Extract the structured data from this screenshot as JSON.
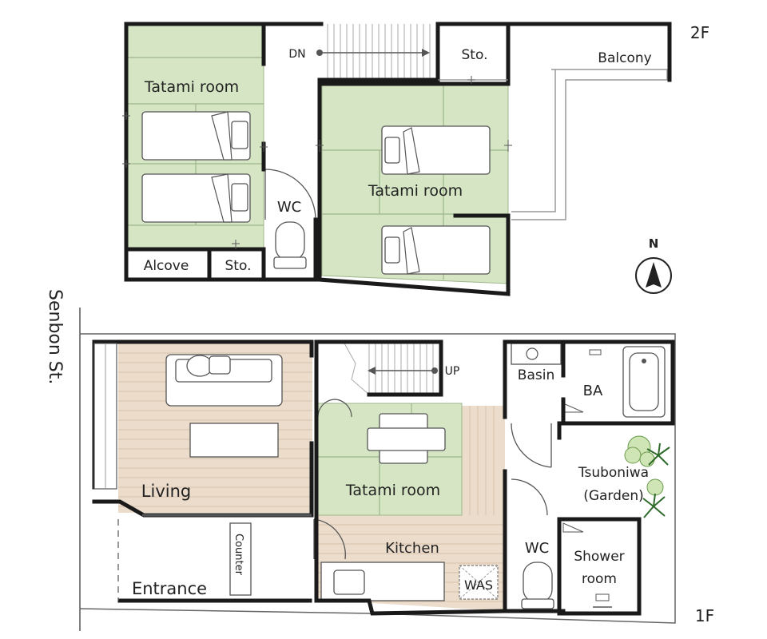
{
  "colors": {
    "wall": "#1a1a1a",
    "tatami": "#d6e6c4",
    "tatami_line": "#9cb68a",
    "wood": "#ecdccb",
    "wood_line": "#d8c2ab",
    "furniture": "#ffffff",
    "fixture": "#555555"
  },
  "floors": {
    "upper": {
      "label": "2F",
      "rooms": {
        "tatami_left": "Tatami room",
        "tatami_right": "Tatami room",
        "wc": "WC",
        "alcove": "Alcove",
        "storage_left": "Sto.",
        "storage_top": "Sto.",
        "balcony": "Balcony",
        "stairs": "DN"
      }
    },
    "lower": {
      "label": "1F",
      "rooms": {
        "living": "Living",
        "entrance": "Entrance",
        "counter": "Counter",
        "tatami": "Tatami room",
        "kitchen": "Kitchen",
        "washer": "WAS",
        "stairs": "UP",
        "basin": "Basin",
        "bath": "BA",
        "garden_line1": "Tsuboniwa",
        "garden_line2": "(Garden)",
        "wc": "WC",
        "shower_line1": "Shower",
        "shower_line2": "room"
      }
    }
  },
  "street": "Senbon St.",
  "compass": "N"
}
